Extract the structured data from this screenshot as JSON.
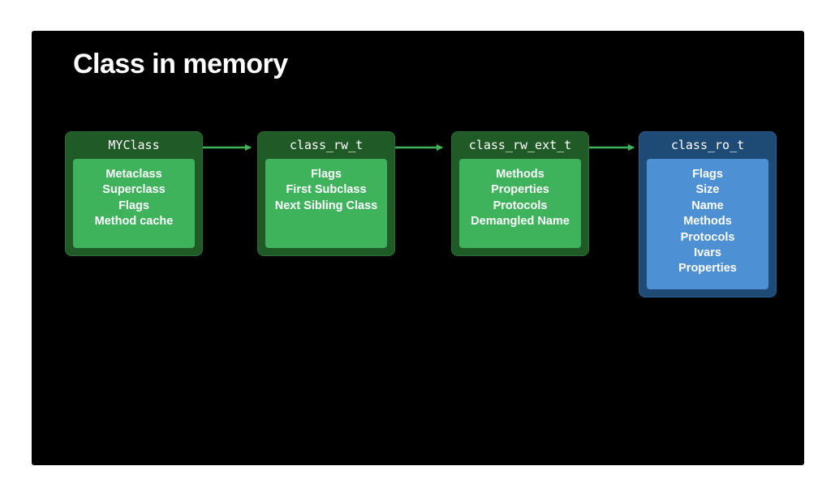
{
  "slide": {
    "title": "Class in memory",
    "boxes": [
      {
        "name": "MYClass",
        "items": [
          "Metaclass",
          "Superclass",
          "Flags",
          "Method cache"
        ],
        "color": "green"
      },
      {
        "name": "class_rw_t",
        "items": [
          "Flags",
          "First Subclass",
          "Next Sibling Class"
        ],
        "color": "green"
      },
      {
        "name": "class_rw_ext_t",
        "items": [
          "Methods",
          "Properties",
          "Protocols",
          "Demangled Name"
        ],
        "color": "green"
      },
      {
        "name": "class_ro_t",
        "items": [
          "Flags",
          "Size",
          "Name",
          "Methods",
          "Protocols",
          "Ivars",
          "Properties"
        ],
        "color": "blue"
      }
    ]
  },
  "colors": {
    "background": "#000000",
    "green_outer": "#1f5a27",
    "green_inner": "#3fb35c",
    "blue_outer": "#1e4b75",
    "blue_inner": "#4e90d4",
    "arrow": "#3fb35c"
  }
}
